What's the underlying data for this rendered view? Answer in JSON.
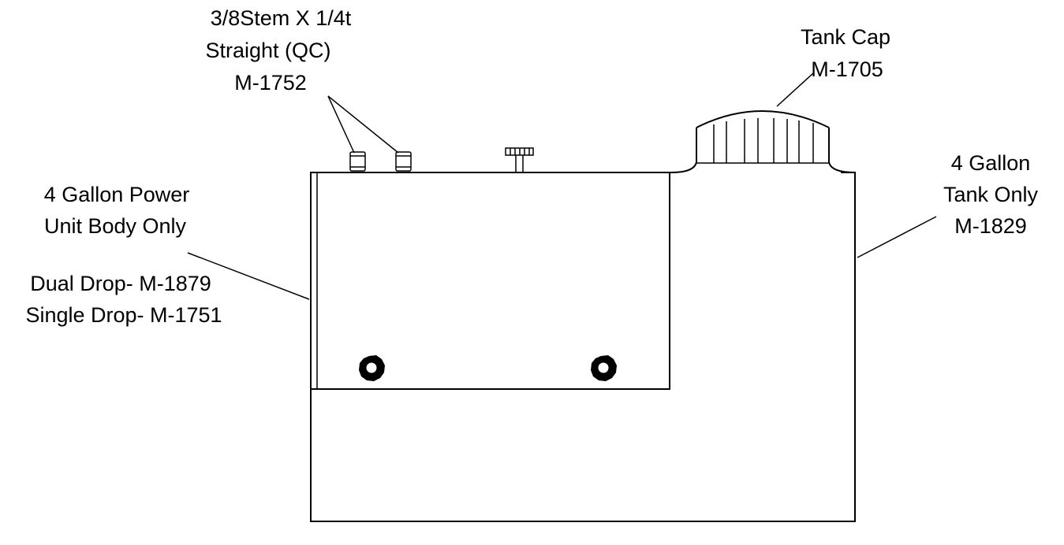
{
  "labels": {
    "fitting": {
      "line1": "3/8Stem X 1/4t",
      "line2": "Straight (QC)",
      "line3": "M-1752"
    },
    "tank_cap": {
      "line1": "Tank Cap",
      "line2": "M-1705"
    },
    "power_unit": {
      "line1": "4 Gallon Power",
      "line2": "Unit Body Only",
      "line3": "Dual Drop- M-1879",
      "line4": "Single Drop- M-1751"
    },
    "tank_only": {
      "line1": "4 Gallon",
      "line2": "Tank Only",
      "line3": "M-1829"
    }
  },
  "colors": {
    "line": "#000000",
    "background": "#ffffff"
  }
}
